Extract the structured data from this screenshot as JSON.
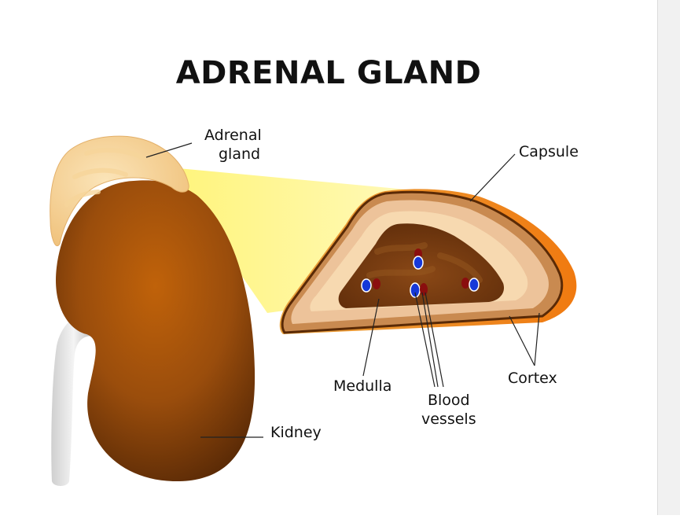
{
  "title": "ADRENAL GLAND",
  "labels": {
    "adrenal_gland_line1": "Adrenal",
    "adrenal_gland_line2": "gland",
    "capsule": "Capsule",
    "medulla": "Medulla",
    "blood_vessels_line1": "Blood",
    "blood_vessels_line2": "vessels",
    "cortex": "Cortex",
    "kidney": "Kidney"
  }
}
